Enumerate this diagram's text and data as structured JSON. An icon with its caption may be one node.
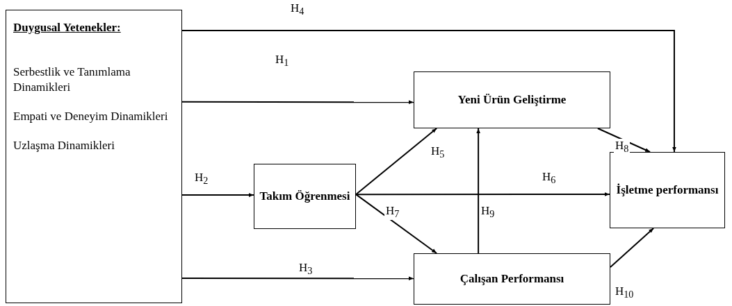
{
  "diagram": {
    "nodes": [
      {
        "text": [
          "Duygusal Yetenekler:",
          "Serbestlik ve Tanımlama Dinamikleri",
          "Empati ve Deneyim Dinamikleri",
          "Uzlaşma Dinamikleri"
        ]
      },
      {
        "text": [
          "Yeni Ürün Geliştirme"
        ]
      },
      {
        "text": [
          "Takım Öğrenmesi"
        ]
      },
      {
        "text": [
          "İşletme performansı"
        ]
      },
      {
        "text": [
          "Çalışan Performansı"
        ]
      }
    ],
    "edges": [
      {
        "from": 0,
        "to": 3,
        "arrow": "to",
        "label": "H$_{4}$"
      },
      {
        "from": 0,
        "to": 1,
        "arrow": "to",
        "label": "H$_{1}$"
      },
      {
        "from": 0,
        "to": 2,
        "arrow": "to",
        "label": "H$_{2}$"
      },
      {
        "from": 0,
        "to": 4,
        "arrow": "to",
        "label": "H$_{3}$"
      },
      {
        "from": 2,
        "to": 1,
        "arrow": "to",
        "label": "H$_{5}$"
      },
      {
        "from": 2,
        "to": 3,
        "arrow": "to",
        "label": "H$_{6}$"
      },
      {
        "from": 2,
        "to": 4,
        "arrow": "to",
        "label": "H$_{7}$"
      },
      {
        "from": 1,
        "to": 3,
        "arrow": "to",
        "label": "H$_{8}$"
      },
      {
        "from": 4,
        "to": 1,
        "arrow": "to",
        "label": "H$_{9}$"
      },
      {
        "from": 4,
        "to": 3,
        "arrow": "to",
        "label": "H$_{10}$"
      }
    ]
  }
}
